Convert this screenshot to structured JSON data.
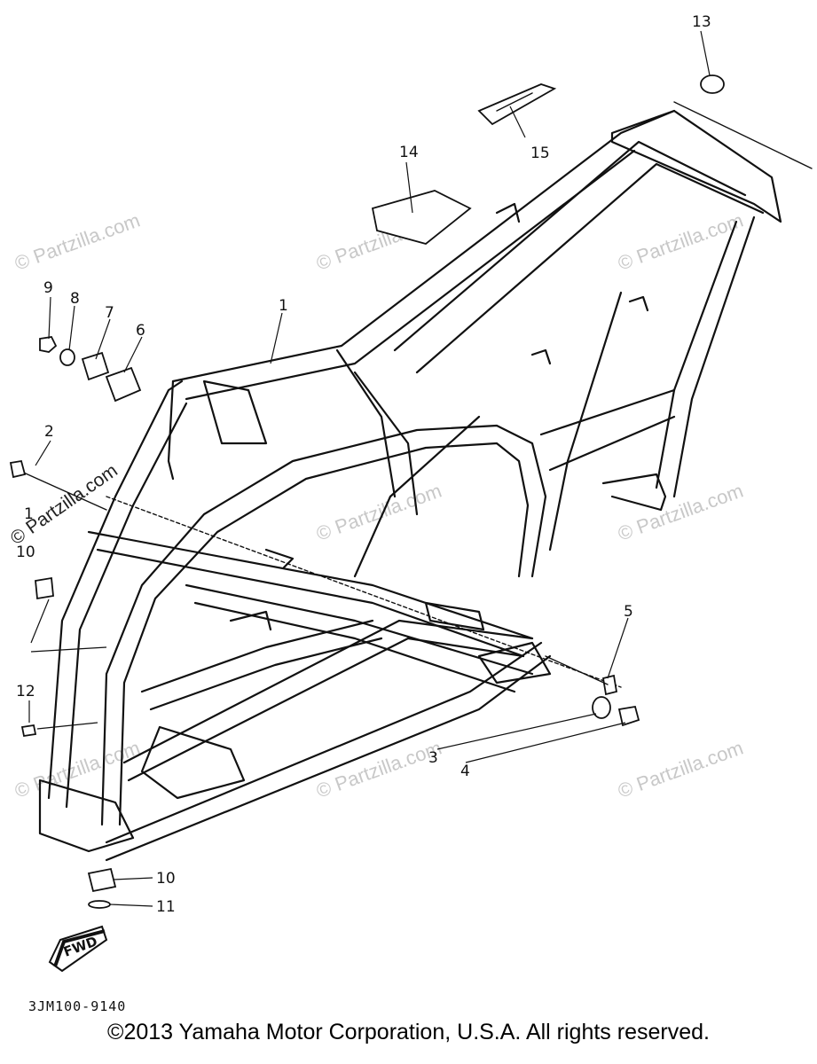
{
  "watermark": "© Partzilla.com",
  "callouts": [
    "1",
    "2",
    "3",
    "4",
    "5",
    "6",
    "7",
    "8",
    "9",
    "10",
    "11",
    "12",
    "13",
    "14",
    "15"
  ],
  "callout_extra": {
    "left_1": "1",
    "left_10": "10"
  },
  "fwd_label": "FWD",
  "diagram_code": "3JM100-9140",
  "copyright": "©2013 Yamaha Motor Corporation, U.S.A. All rights reserved."
}
